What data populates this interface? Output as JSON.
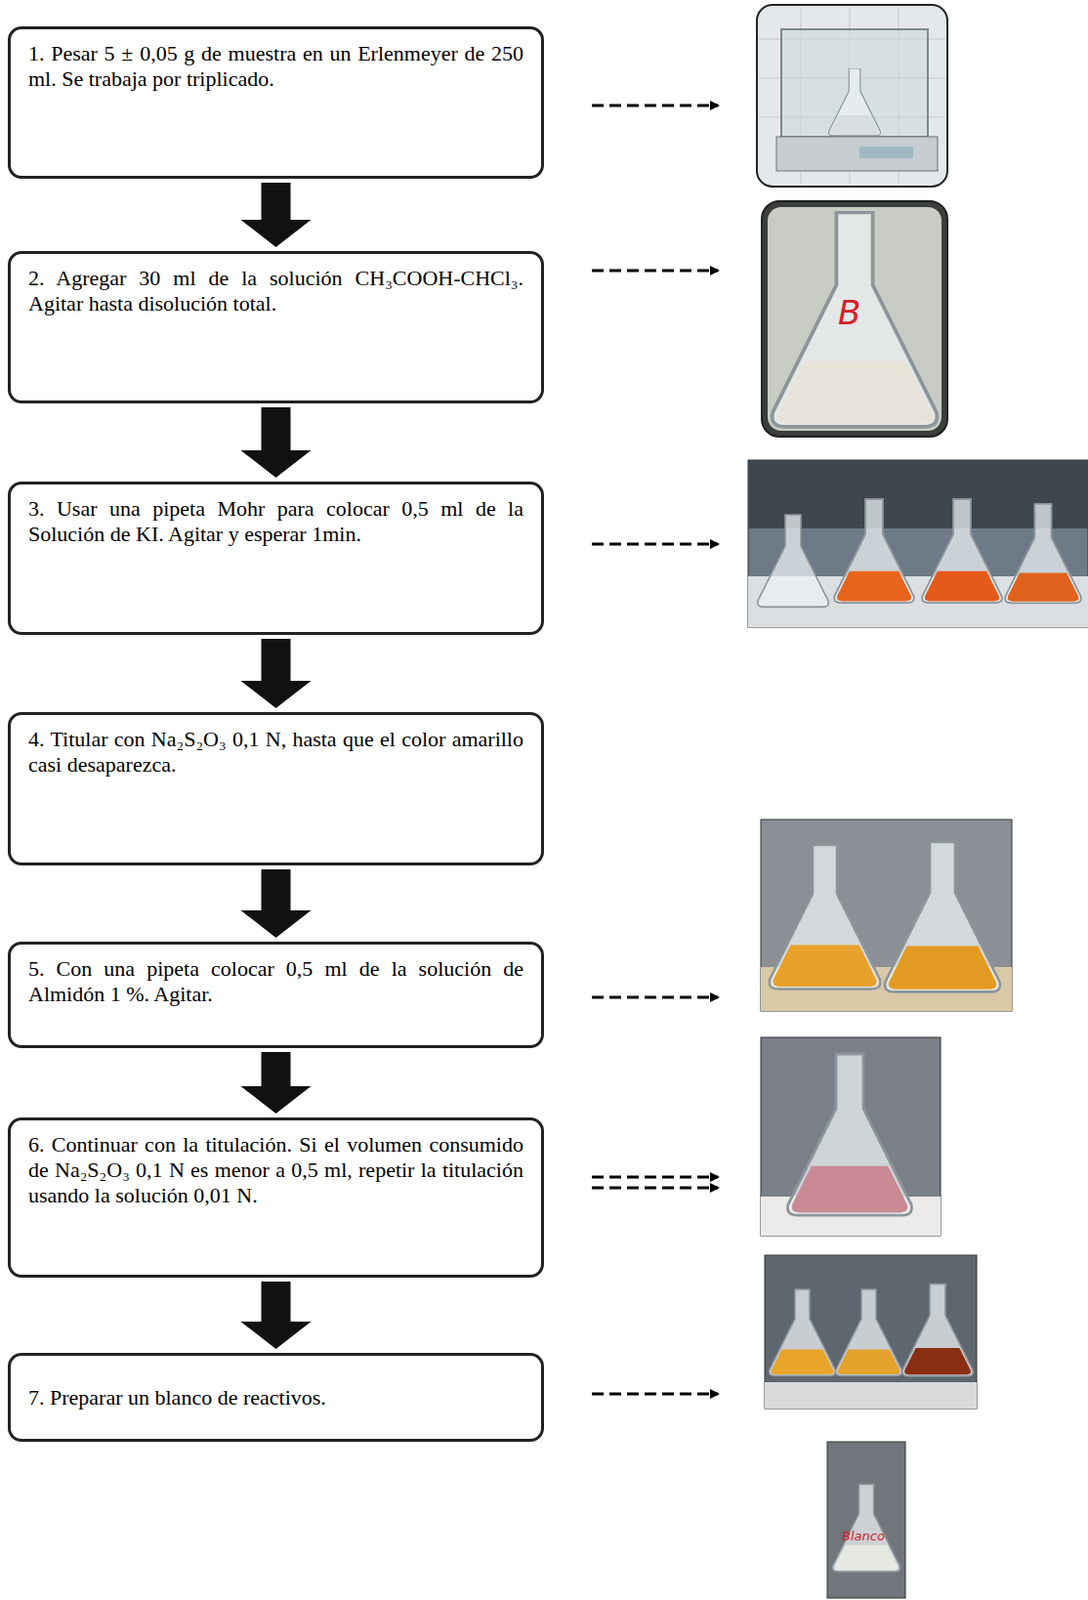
{
  "diagram": {
    "nodes": [
      {
        "text": [
          "1. Pesar 5 ± 0,05 g de muestra en un Erlenmeyer de 250 ml. Se trabaja por triplicado."
        ]
      },
      {
        "text": [
          "2. Agregar 30 ml de la solución CH₃COOH-CHCl₃. Agitar hasta disolución total."
        ]
      },
      {
        "text": [
          "3. Usar una pipeta Mohr para colocar 0,5 ml de la Solución de KI. Agitar y esperar 1min."
        ]
      },
      {
        "text": [
          "4. Titular con Na₂S₂O₃ 0,1 N, hasta que el color amarillo casi desaparezca."
        ]
      },
      {
        "text": [
          "5. Con una pipeta colocar 0,5 ml de la solución de Almidón 1 %. Agitar."
        ]
      },
      {
        "text": [
          "6. Continuar con la titulación. Si el volumen consumido de Na₂S₂O₃ 0,1 N es menor a 0,5 ml, repetir la titulación usando la solución 0,01 N."
        ]
      },
      {
        "text": [
          "7. Preparar un blanco de reactivos."
        ]
      }
    ],
    "edges": [
      {
        "from": 0,
        "to": 1,
        "arrow": "to"
      },
      {
        "from": 1,
        "to": 2,
        "arrow": "to"
      },
      {
        "from": 2,
        "to": 3,
        "arrow": "to"
      },
      {
        "from": 3,
        "to": 4,
        "arrow": "to"
      },
      {
        "from": 4,
        "to": 5,
        "arrow": "to"
      },
      {
        "from": 5,
        "to": 6,
        "arrow": "to"
      }
    ],
    "labels": [
      "B",
      "Blanco"
    ]
  }
}
